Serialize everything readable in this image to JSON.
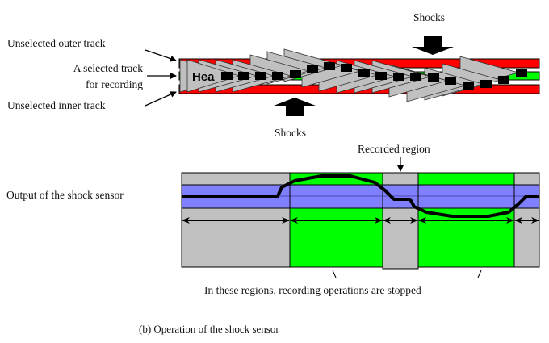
{
  "figure": {
    "caption": "(b) Operation of the shock sensor"
  },
  "top_diagram": {
    "labels": {
      "outer_track": "Unselected outer track",
      "selected_track_line1": "A selected track",
      "selected_track_line2": "for recording",
      "inner_track": "Unselected inner track",
      "shocks_top": "Shocks",
      "shocks_bottom": "Shocks",
      "head": "Hea"
    },
    "colors": {
      "unselected_track": "#ff0000",
      "selected_track": "#00ff00",
      "head": "#c0c0c0",
      "head_gap": "#000000",
      "arrow": "#000000"
    }
  },
  "bottom_diagram": {
    "labels": {
      "recorded_region": "Recorded region",
      "sensor_output": "Output of the shock sensor",
      "stopped_note": "In these regions, recording operations are stopped"
    },
    "regions": [
      {
        "state": "recorded",
        "color": "#c0c0c0"
      },
      {
        "state": "stopped",
        "color": "#00ff00"
      },
      {
        "state": "recorded",
        "color": "#c0c0c0"
      },
      {
        "state": "stopped",
        "color": "#00ff00"
      },
      {
        "state": "recorded",
        "color": "#c0c0c0"
      }
    ],
    "colors": {
      "threshold_band": "#8080ff",
      "signal": "#000000"
    }
  }
}
